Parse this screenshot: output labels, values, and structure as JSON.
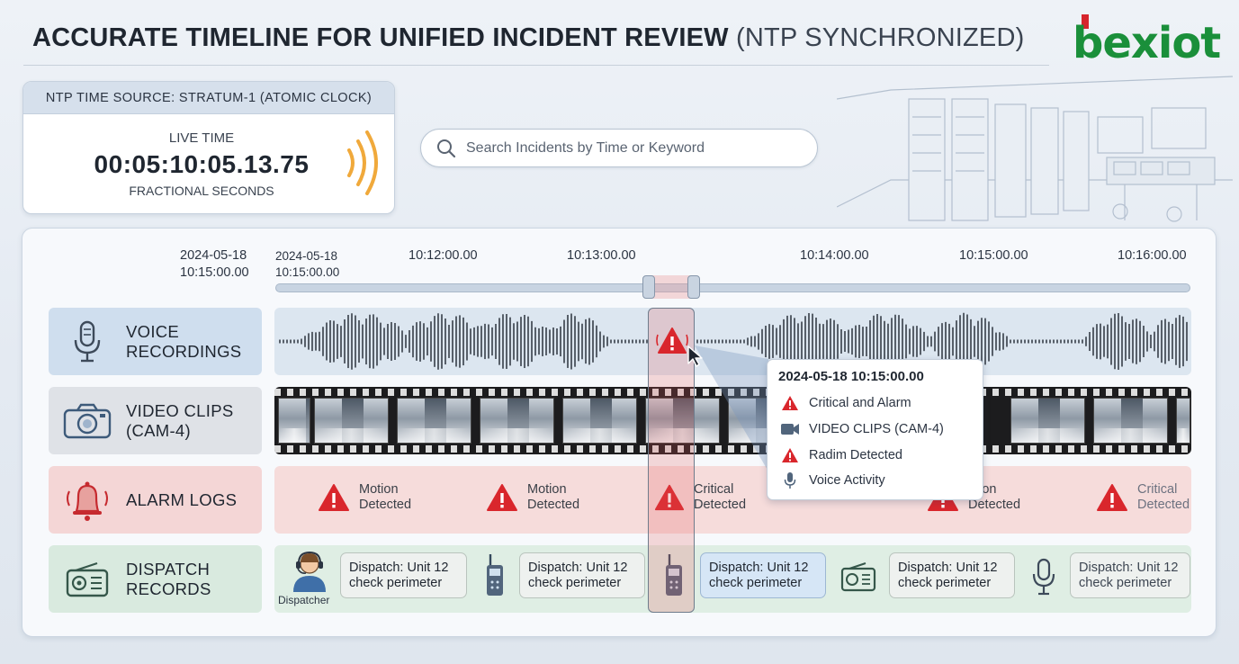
{
  "header": {
    "title_strong": "ACCURATE TIMELINE FOR UNIFIED INCIDENT REVIEW",
    "title_light": "(NTP SYNCHRONIZED)",
    "logo_text": "bexiot",
    "logo_color": "#1a8f3a",
    "logo_accent": "#d6252c"
  },
  "ntp": {
    "source": "NTP TIME SOURCE: STRATUM-1 (ATOMIC CLOCK)",
    "live_label": "LIVE TIME",
    "live_time": "00:05:10:05.13.75",
    "fraction_label": "FRACTIONAL SECONDS",
    "signal_color": "#f0a93b"
  },
  "search": {
    "placeholder": "Search Incidents by Time or Keyword",
    "icon": "search-icon"
  },
  "timeline": {
    "start_date": "2024-05-18",
    "start_time": "10:15:00.00",
    "scale_start_date": "2024-05-18",
    "scale_start_time": "10:15:00.00",
    "ticks": [
      "10:12:00.00",
      "10:13:00.00",
      "10:14:00.00",
      "10:15:00.00",
      "10:16:00.00"
    ]
  },
  "rows": {
    "voice": {
      "label": "VOICE\nRECORDINGS",
      "icon": "microphone-icon"
    },
    "video": {
      "label": "VIDEO CLIPS\n(CAM-4)",
      "icon": "camera-icon"
    },
    "alarm": {
      "label": "ALARM LOGS",
      "icon": "bell-icon"
    },
    "dispatch": {
      "label": "DISPATCH\nRECORDS",
      "icon": "radio-icon"
    }
  },
  "alarms": [
    {
      "line1": "Motion",
      "line2": "Detected"
    },
    {
      "line1": "Motion",
      "line2": "Detected"
    },
    {
      "line1": "Critical",
      "line2": "Detected"
    },
    {
      "line1": "otion",
      "line2": "Detected"
    },
    {
      "line1": "Critical",
      "line2": "Detected"
    }
  ],
  "dispatch": {
    "caption": "Dispatcher",
    "messages": [
      "Dispatch: Unit 12\ncheck perimeter",
      "Dispatch: Unit 12\ncheck perimeter",
      "Dispatch: Unit 12\ncheck perimeter",
      "Dispatch: Unit 12\ncheck perimeter",
      "Dispatch: Unit 12\ncheck perimeter"
    ]
  },
  "popup": {
    "timestamp": "2024-05-18 10:15:00.00",
    "items": [
      {
        "label": "Critical and Alarm",
        "icon": "alarm-icon"
      },
      {
        "label": "VIDEO CLIPS (CAM-4)",
        "icon": "video-icon"
      },
      {
        "label": "Radim Detected",
        "icon": "alarm-icon"
      },
      {
        "label": "Voice Activity",
        "icon": "microphone-icon"
      }
    ]
  },
  "colors": {
    "alert_red": "#d9262c",
    "voice_row": "#cfdeee",
    "video_row": "#dfe2e7",
    "alarm_row": "#f4d6d6",
    "dispatch_row": "#d9eadf"
  }
}
